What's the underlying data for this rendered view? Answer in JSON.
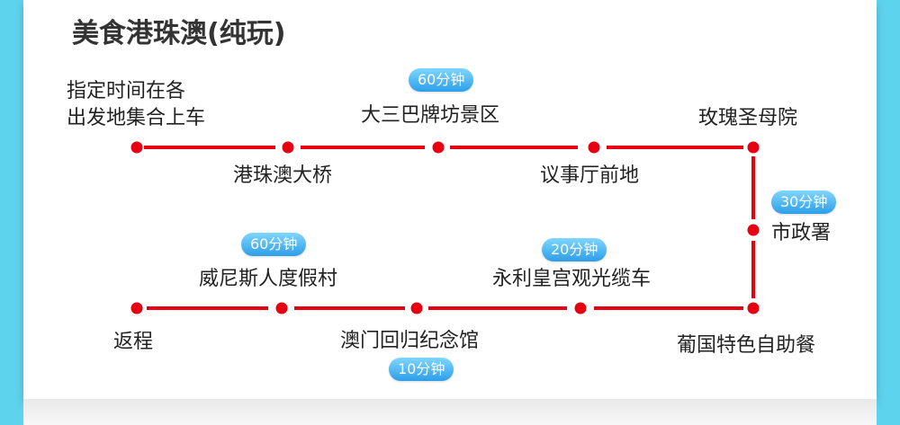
{
  "title": "美食港珠澳(纯玩)",
  "colors": {
    "route": "#e60012",
    "pill": "#3aa6ee",
    "background": "#5ed3ee"
  },
  "stops": {
    "start": [
      "指定时间在各",
      "出发地集合上车"
    ],
    "bridge": "港珠澳大桥",
    "ruins": "大三巴牌坊景区",
    "senado": "议事厅前地",
    "church": "玫瑰圣母院",
    "office": "市政署",
    "buffet": "葡国特色自助餐",
    "cablecar": "永利皇宫观光缆车",
    "memorial": "澳门回归纪念馆",
    "venetian": "威尼斯人度假村",
    "return": "返程"
  },
  "durations": {
    "ruins": "60分钟",
    "office": "30分钟",
    "cablecar": "20分钟",
    "venetian": "60分钟",
    "memorial": "10分钟"
  }
}
